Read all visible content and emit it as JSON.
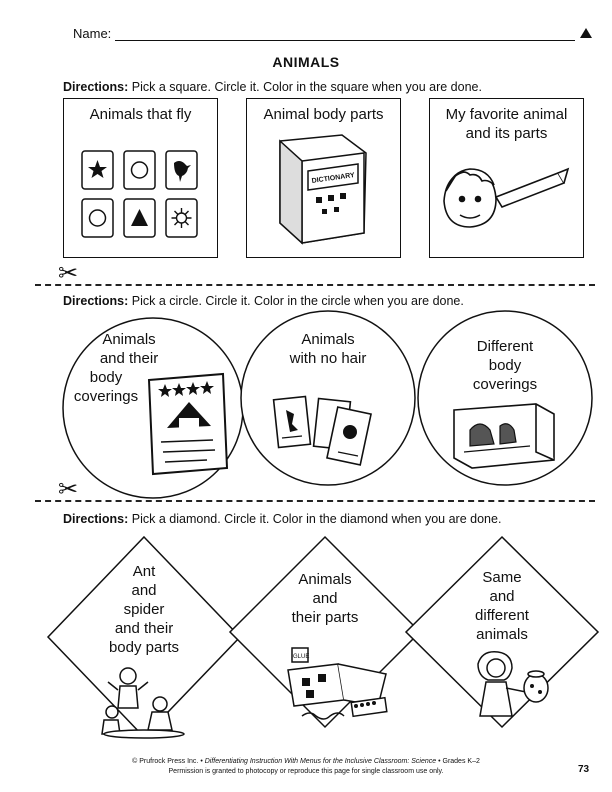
{
  "header": {
    "name_label": "Name:",
    "title": "ANIMALS"
  },
  "section1": {
    "directions_bold": "Directions:",
    "directions_text": " Pick a square. Circle it. Color in the square when you are done.",
    "squares": [
      {
        "lines": [
          "Animals that fly"
        ],
        "icon": "shape-cards-icon"
      },
      {
        "lines": [
          "Animal body parts"
        ],
        "icon": "dictionary-book-icon"
      },
      {
        "lines": [
          "My favorite animal",
          "and its parts"
        ],
        "icon": "child-face-pencil-icon"
      }
    ]
  },
  "section2": {
    "directions_bold": "Directions:",
    "directions_text": " Pick a circle. Circle it. Color in the circle when you are done.",
    "circles": [
      {
        "lines": [
          "Animals",
          "and their",
          "body",
          "coverings"
        ],
        "icon": "poster-icon"
      },
      {
        "lines": [
          "Animals",
          "with no hair"
        ],
        "icon": "trading-cards-icon"
      },
      {
        "lines": [
          "Different",
          "body",
          "coverings"
        ],
        "icon": "diorama-box-icon"
      }
    ]
  },
  "section3": {
    "directions_bold": "Directions:",
    "directions_text": " Pick a diamond. Circle it. Color in the diamond when you are done.",
    "diamonds": [
      {
        "lines": [
          "Ant",
          "and",
          "spider",
          "and their",
          "body parts"
        ],
        "icon": "playing-children-icon"
      },
      {
        "lines": [
          "Animals",
          "and",
          "their parts"
        ],
        "icon": "craft-supplies-icon"
      },
      {
        "lines": [
          "Same",
          "and",
          "different",
          "animals"
        ],
        "icon": "girl-with-jar-icon"
      }
    ]
  },
  "footer": {
    "line1_prefix": "© Prufrock Press Inc. • ",
    "line1_italic": "Differentiating Instruction With Menus for the Inclusive Classroom: Science",
    "line1_suffix": " • Grades K–2",
    "line2": "Permission is granted to photocopy or reproduce this page for single classroom use only.",
    "page_number": "73"
  }
}
